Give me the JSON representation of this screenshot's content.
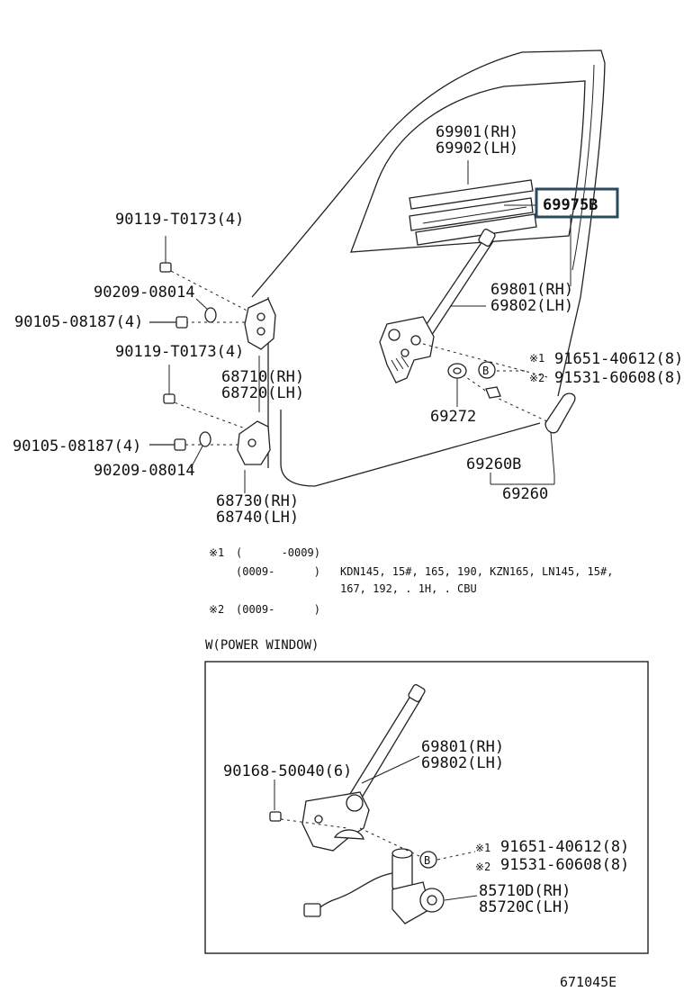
{
  "part_labels": {
    "glass_channel_rh": "69901(RH)",
    "glass_channel_lh": "69902(LH)",
    "highlighted": "69975B",
    "bolt_top": "90119-T0173(4)",
    "washer_upper": "90209-08014",
    "screw_upper": "90105-08187(4)",
    "bolt_mid": "90119-T0173(4)",
    "hinge_upper_rh": "68710(RH)",
    "hinge_upper_lh": "68720(LH)",
    "screw_lower": "90105-08187(4)",
    "washer_lower": "90209-08014",
    "hinge_lower_rh": "68730(RH)",
    "hinge_lower_lh": "68740(LH)",
    "regulator_rh": "69801(RH)",
    "regulator_lh": "69802(LH)",
    "mark_1": "※1",
    "bolt_b1": "91651-40612(8)",
    "mark_2": "※2",
    "bolt_b2": "91531-60608(8)",
    "b_callout": "B",
    "washer_69272": "69272",
    "handle_69260b": "69260B",
    "handle_69260": "69260"
  },
  "notes": {
    "n1_mark": "※1",
    "n1_range": "(      -0009)",
    "n1b_range": "(0009-      )",
    "n1b_models": "KDN145, 15#, 165, 190, KZN165, LN145, 15#,",
    "n1b_models_cont": "167, 192, . 1H, . CBU",
    "n2_mark": "※2",
    "n2_range": "(0009-      )"
  },
  "power_window": {
    "title": "W(POWER WINDOW)",
    "bolt": "90168-50040(6)",
    "regulator_rh": "69801(RH)",
    "regulator_lh": "69802(LH)",
    "mark_1": "※1",
    "bolt_b1": "91651-40612(8)",
    "mark_2": "※2",
    "bolt_b2": "91531-60608(8)",
    "b_callout": "B",
    "motor_rh": "85710D(RH)",
    "motor_lh": "85720C(LH)"
  },
  "diagram_code": "671045E"
}
